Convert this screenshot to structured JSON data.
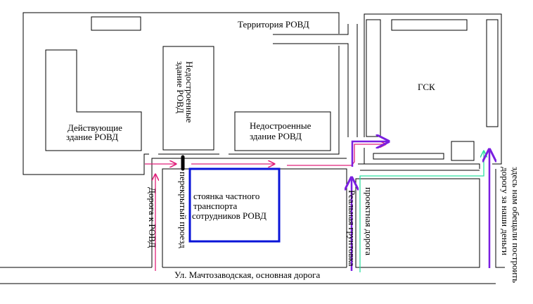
{
  "labels": {
    "territory": "Территория РОВД",
    "active_building_1": "Действующие",
    "active_building_2": "здание РОВД",
    "unfinished_v_1": "Недостроенные",
    "unfinished_v_2": "здание РОВД",
    "unfinished_h_1": "Недостроенные",
    "unfinished_h_2": "здание РОВД",
    "gsk": "ГСК",
    "parking_1": "стоянка частного",
    "parking_2": "транспорта",
    "parking_3": "сотрудников  РОВД",
    "road_to_rovd": "Дорога к РОВД",
    "blocked_passage": "перекрытый проезд",
    "real_dirt_road": "Реальная грунтовка",
    "project_road": "проектная дорога",
    "promise_1": "здесь нам обещали построить",
    "promise_2": "дорогу за наши деньги",
    "main_street": "Ул. Мачтозаводская, основная дорога"
  },
  "colors": {
    "magenta": "#e0207a",
    "purple": "#7a1fe0",
    "teal": "#2fe0a0",
    "blue": "#0a14d8"
  }
}
